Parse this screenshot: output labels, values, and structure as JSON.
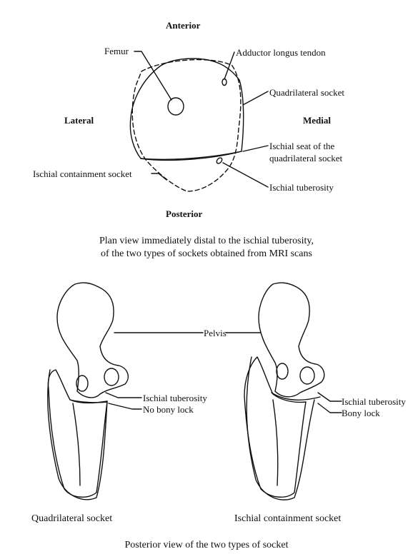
{
  "plan_view": {
    "orientation": {
      "anterior": "Anterior",
      "posterior": "Posterior",
      "lateral": "Lateral",
      "medial": "Medial"
    },
    "labels": {
      "femur": "Femur",
      "adductor_longus_tendon": "Adductor longus tendon",
      "quadrilateral_socket": "Quadrilateral socket",
      "ischial_seat_line1": "Ischial seat of the",
      "ischial_seat_line2": "quadrilateral socket",
      "ischial_containment_socket": "Ischial containment socket",
      "ischial_tuberosity": "Ischial tuberosity"
    },
    "caption_line1": "Plan view immediately distal to the ischial tuberosity,",
    "caption_line2": "of the two types of sockets obtained from MRI scans"
  },
  "posterior_view": {
    "pelvis_label": "Pelvis",
    "left": {
      "ischial_tuberosity": "Ischial tuberosity",
      "lock_label": "No bony lock",
      "socket_name": "Quadrilateral socket"
    },
    "right": {
      "ischial_tuberosity": "Ischial tuberosity",
      "lock_label": "Bony lock",
      "socket_name": "Ischial containment socket"
    },
    "caption": "Posterior view of the two types of socket"
  }
}
